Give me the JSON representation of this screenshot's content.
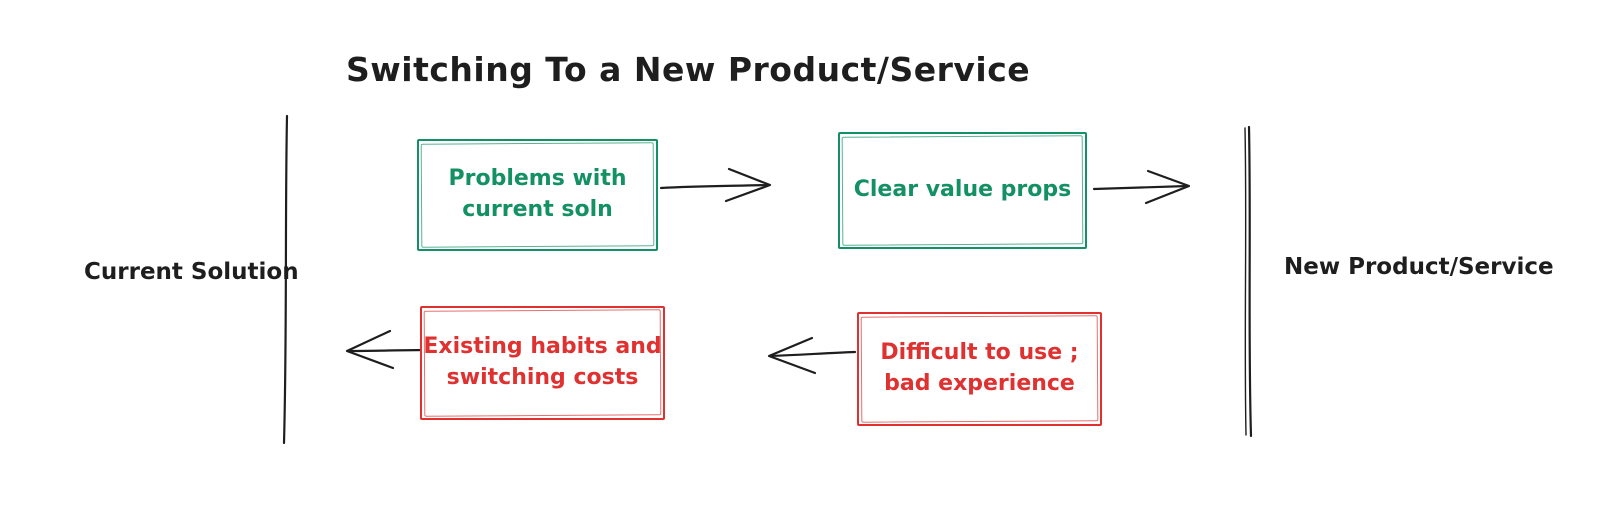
{
  "title": "Switching To a New Product/Service",
  "colors": {
    "ink": "#1e1e1e",
    "green": "#149164",
    "red": "#e03131",
    "background": "#ffffff"
  },
  "lanes": {
    "left": {
      "label": "Current Solution"
    },
    "right": {
      "label": "New Product/Service"
    }
  },
  "boxes": [
    {
      "name": "problems-with-current-soln",
      "color": "green",
      "lines": [
        "Problems with",
        "current soln"
      ]
    },
    {
      "name": "clear-value-props",
      "color": "green",
      "lines": [
        "Clear value props"
      ]
    },
    {
      "name": "existing-habits-switching-costs",
      "color": "red",
      "lines": [
        "Existing habits and",
        "switching costs"
      ]
    },
    {
      "name": "difficult-to-use-bad-experience",
      "color": "red",
      "lines": [
        "Difficult to use ;",
        "bad experience"
      ]
    }
  ],
  "arrows": [
    {
      "name": "problems-to-clear-value",
      "direction": "right"
    },
    {
      "name": "clear-value-to-new-product",
      "direction": "right"
    },
    {
      "name": "existing-habits-to-current-solution",
      "direction": "left"
    },
    {
      "name": "difficult-to-existing-habits",
      "direction": "left"
    }
  ]
}
